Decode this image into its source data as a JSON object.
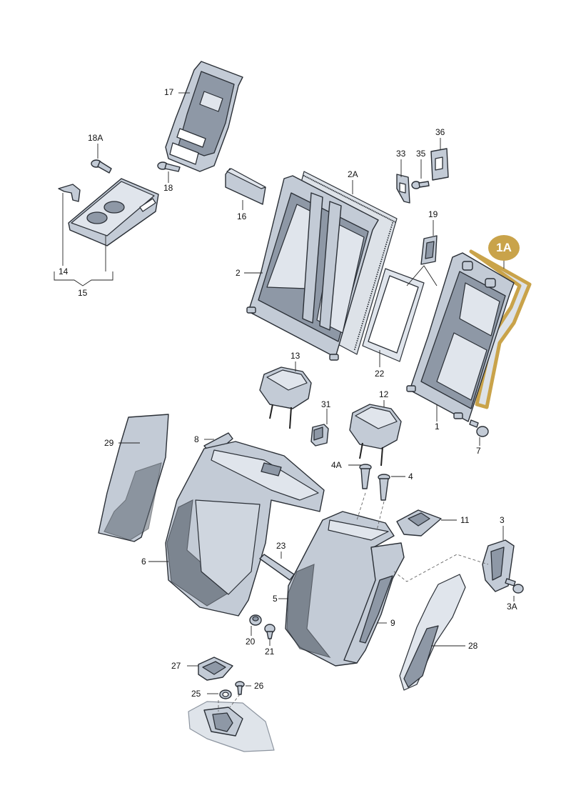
{
  "highlight_color": "#c9a34a",
  "badge": {
    "label": "1A"
  },
  "labels": {
    "l17": "17",
    "l18a": "18A",
    "l18": "18",
    "l16": "16",
    "l14": "14",
    "l15": "15",
    "l2a": "2A",
    "l33": "33",
    "l35": "35",
    "l36": "36",
    "l19": "19",
    "l2": "2",
    "l22": "22",
    "l1": "1",
    "l7": "7",
    "l13": "13",
    "l31": "31",
    "l12": "12",
    "l29": "29",
    "l8": "8",
    "l4a": "4A",
    "l4": "4",
    "l11": "11",
    "l3": "3",
    "l6": "6",
    "l23": "23",
    "l5": "5",
    "l9": "9",
    "l3a": "3A",
    "l20": "20",
    "l21": "21",
    "l28": "28",
    "l27": "27",
    "l26": "26",
    "l25": "25"
  }
}
